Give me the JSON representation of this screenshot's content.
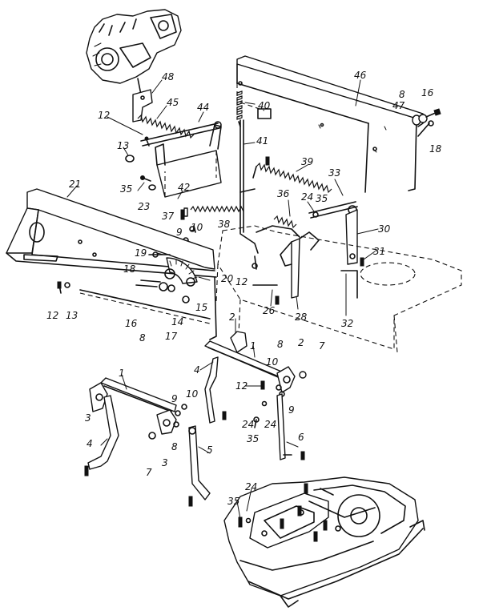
{
  "figure": {
    "background": "#ffffff",
    "line_color": "#111111",
    "labels": [
      {
        "id": "l48",
        "text": "48"
      },
      {
        "id": "l45",
        "text": "45"
      },
      {
        "id": "l44",
        "text": "44"
      },
      {
        "id": "l40",
        "text": "40"
      },
      {
        "id": "l46",
        "text": "46"
      },
      {
        "id": "l8a",
        "text": "8"
      },
      {
        "id": "l16a",
        "text": "16"
      },
      {
        "id": "l47",
        "text": "47"
      },
      {
        "id": "l18a",
        "text": "18"
      },
      {
        "id": "l12a",
        "text": "12"
      },
      {
        "id": "l41",
        "text": "41"
      },
      {
        "id": "l13a",
        "text": "13"
      },
      {
        "id": "l39",
        "text": "39"
      },
      {
        "id": "l33",
        "text": "33"
      },
      {
        "id": "l21",
        "text": "21"
      },
      {
        "id": "l35a",
        "text": "35"
      },
      {
        "id": "l42",
        "text": "42"
      },
      {
        "id": "l23",
        "text": "23"
      },
      {
        "id": "l36",
        "text": "36"
      },
      {
        "id": "l24a",
        "text": "24"
      },
      {
        "id": "l35b",
        "text": "35"
      },
      {
        "id": "l37",
        "text": "37"
      },
      {
        "id": "l38",
        "text": "38"
      },
      {
        "id": "l10a",
        "text": "10"
      },
      {
        "id": "l9a",
        "text": "9"
      },
      {
        "id": "l30",
        "text": "30"
      },
      {
        "id": "l19",
        "text": "19"
      },
      {
        "id": "l31",
        "text": "31"
      },
      {
        "id": "l18b",
        "text": "18"
      },
      {
        "id": "l20",
        "text": "20"
      },
      {
        "id": "l12b",
        "text": "12"
      },
      {
        "id": "l13b",
        "text": "13"
      },
      {
        "id": "l16b",
        "text": "16"
      },
      {
        "id": "l15",
        "text": "15"
      },
      {
        "id": "l12c",
        "text": "12"
      },
      {
        "id": "l2a",
        "text": "2"
      },
      {
        "id": "l26",
        "text": "26"
      },
      {
        "id": "l28",
        "text": "28"
      },
      {
        "id": "l32",
        "text": "32"
      },
      {
        "id": "l8b",
        "text": "8"
      },
      {
        "id": "l14",
        "text": "14"
      },
      {
        "id": "l17",
        "text": "17"
      },
      {
        "id": "l1a",
        "text": "1"
      },
      {
        "id": "l8c",
        "text": "8"
      },
      {
        "id": "l2b",
        "text": "2"
      },
      {
        "id": "l7a",
        "text": "7"
      },
      {
        "id": "l4a",
        "text": "4"
      },
      {
        "id": "l10b",
        "text": "10"
      },
      {
        "id": "l1b",
        "text": "1"
      },
      {
        "id": "l12d",
        "text": "12"
      },
      {
        "id": "l9b",
        "text": "9"
      },
      {
        "id": "l3a",
        "text": "3"
      },
      {
        "id": "l9c",
        "text": "9"
      },
      {
        "id": "l10c",
        "text": "10"
      },
      {
        "id": "l24b",
        "text": "24"
      },
      {
        "id": "l24c",
        "text": "24"
      },
      {
        "id": "l35c",
        "text": "35"
      },
      {
        "id": "l6",
        "text": "6"
      },
      {
        "id": "l4b",
        "text": "4"
      },
      {
        "id": "l8d",
        "text": "8"
      },
      {
        "id": "l5",
        "text": "5"
      },
      {
        "id": "l7b",
        "text": "7"
      },
      {
        "id": "l3b",
        "text": "3"
      },
      {
        "id": "l24d",
        "text": "24"
      },
      {
        "id": "l35d",
        "text": "35"
      }
    ]
  }
}
